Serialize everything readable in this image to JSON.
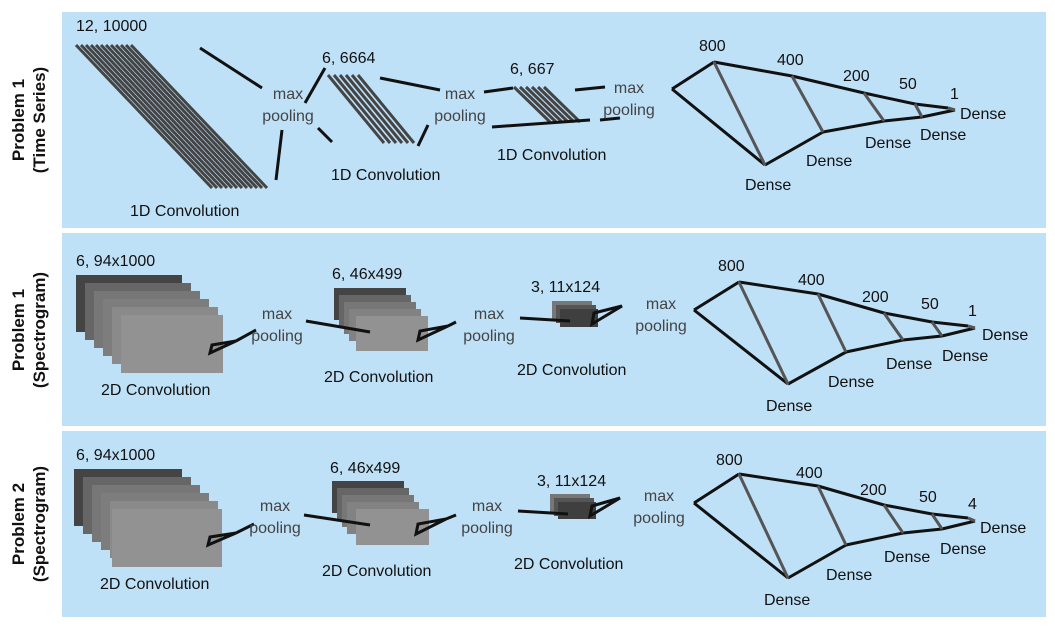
{
  "rows": [
    {
      "side_line1": "Problem 1",
      "side_line2": "(Time Series)",
      "conv1_shape": "12, 10000",
      "conv1_label": "1D Convolution",
      "conv2_shape": "6, 6664",
      "conv2_label": "1D Convolution",
      "conv3_shape": "6, 667",
      "conv3_label": "1D Convolution",
      "dense_sizes": [
        "800",
        "400",
        "200",
        "50",
        "1"
      ],
      "dense_label": "Dense"
    },
    {
      "side_line1": "Problem 1",
      "side_line2": "(Spectrogram)",
      "conv1_shape": "6, 94x1000",
      "conv1_label": "2D Convolution",
      "conv2_shape": "6, 46x499",
      "conv2_label": "2D Convolution",
      "conv3_shape": "3, 11x124",
      "conv3_label": "2D Convolution",
      "dense_sizes": [
        "800",
        "400",
        "200",
        "50",
        "1"
      ],
      "dense_label": "Dense"
    },
    {
      "side_line1": "Problem 2",
      "side_line2": "(Spectrogram)",
      "conv1_shape": "6, 94x1000",
      "conv1_label": "2D Convolution",
      "conv2_shape": "6, 46x499",
      "conv2_label": "2D Convolution",
      "conv3_shape": "3, 11x124",
      "conv3_label": "2D Convolution",
      "dense_sizes": [
        "800",
        "400",
        "200",
        "50",
        "4"
      ],
      "dense_label": "Dense"
    }
  ],
  "pool_line1": "max",
  "pool_line2": "pooling"
}
